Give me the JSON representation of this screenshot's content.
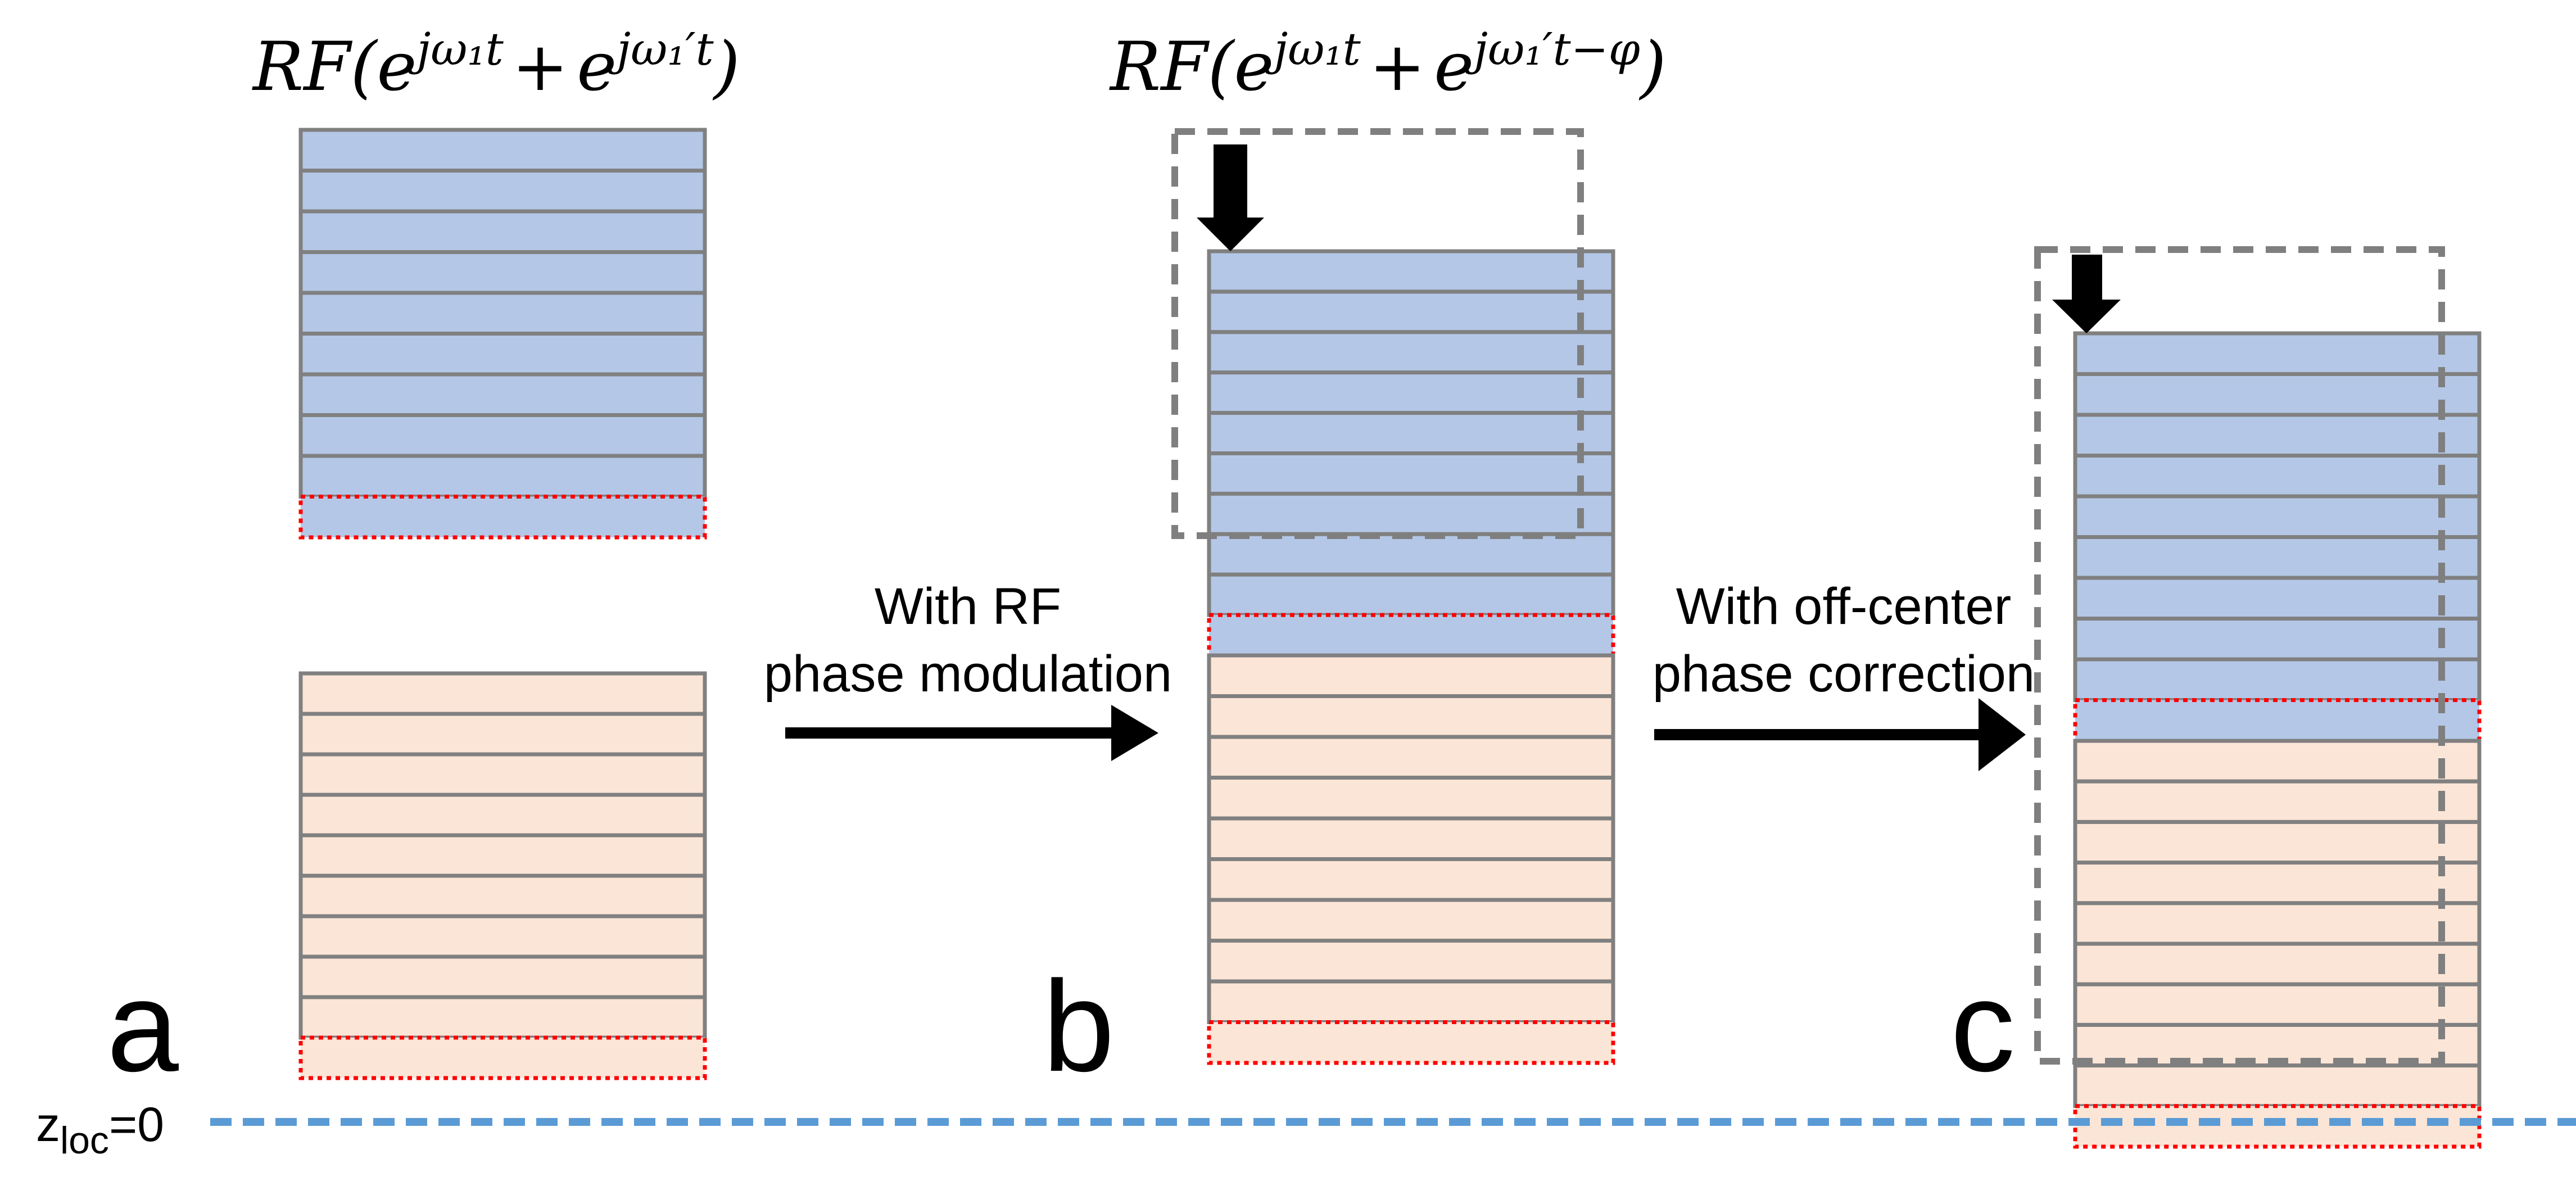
{
  "figure": {
    "panels": [
      {
        "id": "a",
        "letter": "a",
        "formula": {
          "prefix": "RF(",
          "term1_base": "e",
          "term1_exp": "jω₁t",
          "plus": "+",
          "term2_base": "e",
          "term2_exp": "jω₁′t",
          "suffix": ")"
        },
        "stacks": [
          {
            "name": "blue-slab-stack",
            "bands": 10,
            "highlighted_band": "bottom"
          },
          {
            "name": "orange-slab-stack",
            "bands": 10,
            "highlighted_band": "bottom"
          }
        ]
      },
      {
        "id": "b",
        "letter": "b",
        "formula": {
          "prefix": "RF(",
          "term1_base": "e",
          "term1_exp": "jω₁t",
          "plus": "+",
          "term2_base": "e",
          "term2_exp": "jω₁′t−φ",
          "suffix": ")"
        },
        "stacks": [
          {
            "name": "blue-slab-stack",
            "bands": 10,
            "highlighted_band": "bottom"
          },
          {
            "name": "orange-slab-stack",
            "bands": 10,
            "highlighted_band": "bottom"
          }
        ],
        "shift_arrow": "down-arrow",
        "outline": "dashed-original-position"
      },
      {
        "id": "c",
        "letter": "c",
        "stacks": [
          {
            "name": "blue-slab-stack",
            "bands": 10,
            "highlighted_band": "bottom"
          },
          {
            "name": "orange-slab-stack",
            "bands": 10,
            "highlighted_band": "bottom"
          }
        ],
        "shift_arrow": "down-arrow",
        "outline": "dashed-original-position"
      }
    ],
    "transitions": [
      {
        "line1": "With RF",
        "line2": "phase modulation"
      },
      {
        "line1": "With off-center",
        "line2": "phase correction"
      }
    ],
    "reference_line": {
      "label_main": "z",
      "label_sub": "loc",
      "label_value": "=0"
    },
    "colors": {
      "blue_fill": "#b4c7e7",
      "orange_fill": "#fbe5d6",
      "band_stroke": "#808080",
      "highlight_stroke": "#ff0000",
      "outline_stroke": "#7f7f7f",
      "reference_line": "#5b9bd5",
      "arrow": "#000000"
    }
  }
}
